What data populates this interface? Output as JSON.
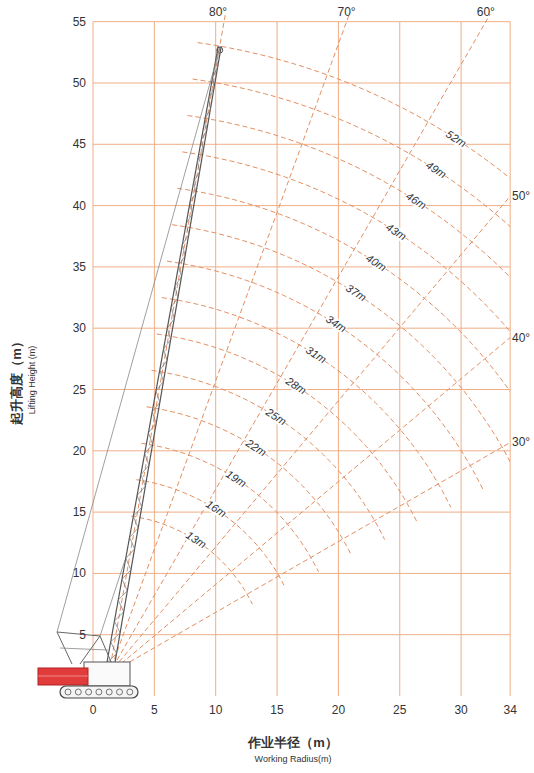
{
  "diagram": {
    "labels": [
      "55",
      "50",
      "45",
      "40",
      "35",
      "30",
      "25",
      "20",
      "15",
      "10",
      "5",
      "0",
      "5",
      "10",
      "15",
      "20",
      "25",
      "30",
      "34",
      "80°",
      "70°",
      "60°",
      "50°",
      "40°",
      "30°",
      "52m",
      "49m",
      "46m",
      "43m",
      "40m",
      "37m",
      "34m",
      "31m",
      "28m",
      "25m",
      "22m",
      "19m",
      "16m",
      "13m",
      "起升高度（m）",
      "Lifting Height (m)",
      "作业半径（m）",
      "Working Radius(m)"
    ]
  }
}
